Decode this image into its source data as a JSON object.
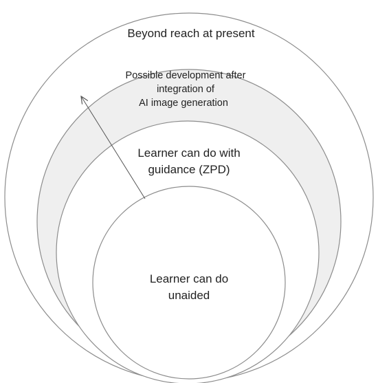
{
  "diagram": {
    "colors": {
      "outline": "#8c8c8c",
      "shaded_band": "#efefef",
      "arrow": "#555555",
      "text": "#222222",
      "background": "#ffffff"
    },
    "circles": {
      "beyond_reach": {
        "label": "Beyond reach at present"
      },
      "possible_development": {
        "lines": [
          "Possible development after",
          "integration of",
          "AI image generation"
        ]
      },
      "zpd": {
        "lines": [
          "Learner can do with",
          "guidance (ZPD)"
        ]
      },
      "unaided": {
        "lines": [
          "Learner can do",
          "unaided"
        ]
      }
    }
  }
}
